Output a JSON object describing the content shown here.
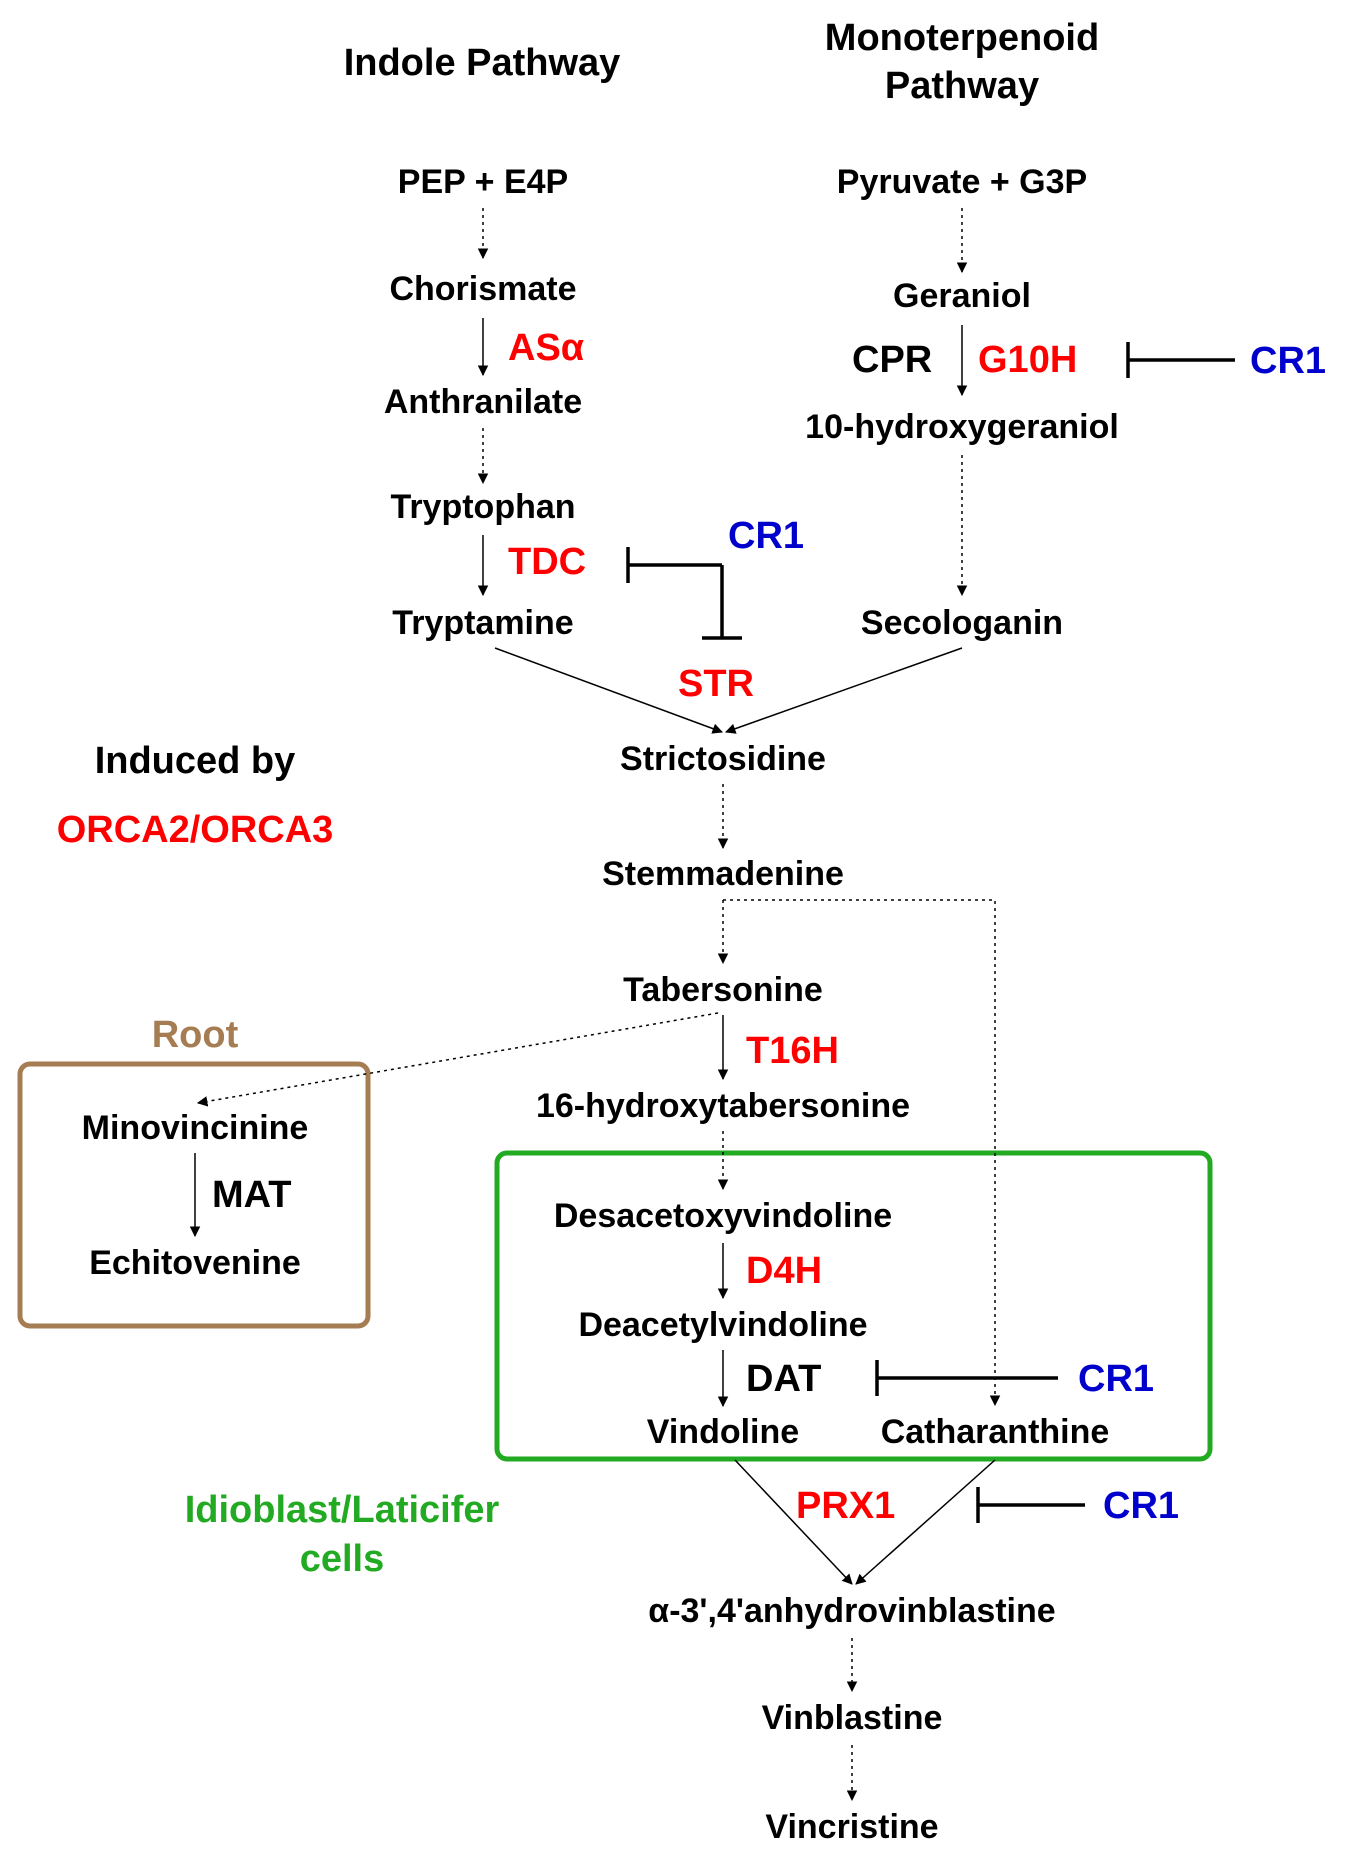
{
  "titles": {
    "indole": "Indole Pathway",
    "monoterpenoid_line1": "Monoterpenoid",
    "monoterpenoid_line2": "Pathway"
  },
  "metabolites": {
    "pep_e4p": "PEP + E4P",
    "chorismate": "Chorismate",
    "anthranilate": "Anthranilate",
    "tryptophan": "Tryptophan",
    "tryptamine": "Tryptamine",
    "pyruvate_g3p": "Pyruvate + G3P",
    "geraniol": "Geraniol",
    "hydroxygeraniol": "10-hydroxygeraniol",
    "secologanin": "Secologanin",
    "strictosidine": "Strictosidine",
    "stemmadenine": "Stemmadenine",
    "tabersonine": "Tabersonine",
    "hydroxytabersonine": "16-hydroxytabersonine",
    "minovincinine": "Minovincinine",
    "echitovenine": "Echitovenine",
    "desacetoxyvindoline": "Desacetoxyvindoline",
    "deacetylvindoline": "Deacetylvindoline",
    "vindoline": "Vindoline",
    "catharanthine": "Catharanthine",
    "anhydrovinblastine": "α-3',4'anhydrovinblastine",
    "vinblastine": "Vinblastine",
    "vincristine": "Vincristine"
  },
  "enzymes": {
    "as_alpha": "ASα",
    "tdc": "TDC",
    "cpr": "CPR",
    "g10h": "G10H",
    "str": "STR",
    "t16h": "T16H",
    "mat": "MAT",
    "d4h": "D4H",
    "dat": "DAT",
    "prx1": "PRX1"
  },
  "regulators": {
    "cr1_g10h": "CR1",
    "cr1_tdc_str": "CR1",
    "cr1_dat": "CR1",
    "cr1_prx1": "CR1"
  },
  "annotations": {
    "induced_by": "Induced by",
    "orca": "ORCA2/ORCA3",
    "root": "Root",
    "idioblast_line1": "Idioblast/Laticifer",
    "idioblast_line2": "cells"
  },
  "colors": {
    "enzyme": "#ff0000",
    "regulator": "#0000cc",
    "root": "#a67c52",
    "idioblast": "#22aa22",
    "text": "#000000"
  }
}
